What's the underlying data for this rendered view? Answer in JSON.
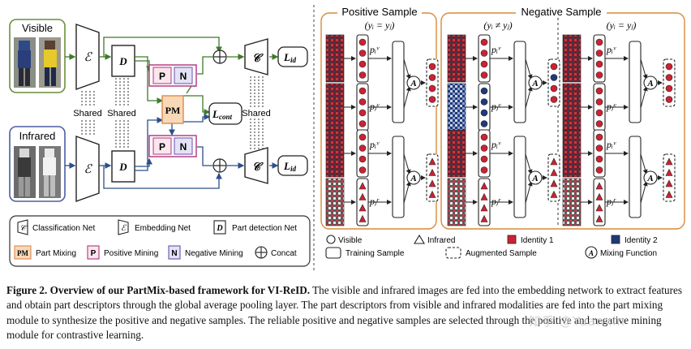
{
  "left_panel": {
    "visible_label": "Visible",
    "infrared_label": "Infrared",
    "shared_label": "Shared",
    "encoder_symbol": "ℰ",
    "detector_symbol": "D",
    "classifier_symbol": "𝒞",
    "pm_label": "PM",
    "p_label": "P",
    "n_label": "N",
    "loss_id_main": "L",
    "loss_id_sub": "id",
    "loss_cont_main": "L",
    "loss_cont_sub": "cont"
  },
  "legend": {
    "classification": "Classification Net",
    "embedding": "Embedding Net",
    "part_detection": "Part detection Net",
    "part_mixing": "Part Mixing",
    "positive_mining": "Positive Mining",
    "negative_mining": "Negative Mining",
    "concat": "Concat"
  },
  "right_panel": {
    "positive_title": "Positive Sample",
    "negative_title": "Negative Sample",
    "cond_equal": "(yᵢ = yⱼ)",
    "cond_not_equal": "(yᵢ ≠ yⱼ)",
    "mix_symbol": "A",
    "p_i_v": "pᵢᵛ",
    "p_j_v": "pⱼᵛ",
    "p_i_v_b": "pᵢᵛ",
    "p_j_r": "pⱼʳ"
  },
  "right_legend": {
    "visible": "Visible",
    "infrared": "Infrared",
    "identity1": "Identity 1",
    "identity2": "Identity 2",
    "training": "Training Sample",
    "augmented": "Augmented Sample",
    "mixing": "Mixing Function"
  },
  "colors": {
    "identity1": "#cc2233",
    "identity2": "#1f3a7a",
    "visible_frame": "#6a8f3a",
    "infrared_frame": "#4a5fa0",
    "pm_fill": "#f7d9b8",
    "pm_stroke": "#e0884a",
    "pn_stroke": "#b0337a",
    "arrow_green": "#3f7a2a",
    "arrow_blue": "#2b4f8a",
    "sample_box": "#d98a3a"
  },
  "caption": {
    "lead": "Figure 2. Overview of our PartMix-based framework for VI-ReID.",
    "body": " The visible and infrared images are fed into the embedding network to extract features and obtain part descriptors through the global average pooling layer. The part descriptors from visible and infrared modalities are fed into the part mixing module to synthesize the positive and negative samples. The reliable positive and negative samples are selected through the positive and negative mining module for contrastive learning."
  },
  "watermark": "知乎 @Yuanxin"
}
